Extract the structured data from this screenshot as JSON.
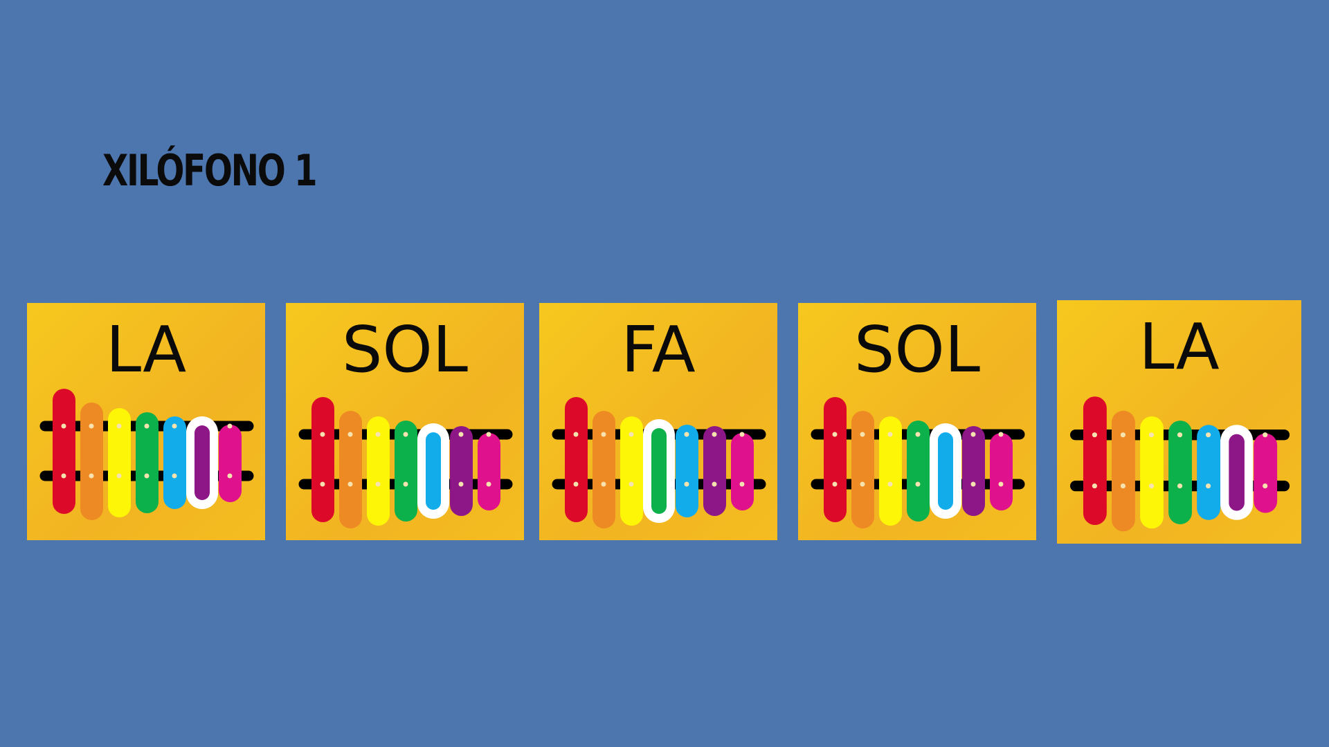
{
  "title": "XILÓFONO 1",
  "bar_colors": [
    "#dc0a28",
    "#ee8a24",
    "#fdf606",
    "#0db14b",
    "#13acea",
    "#8e1787",
    "#e0118c"
  ],
  "colors": {
    "background": "#4d76ae",
    "card": "#f4bd20",
    "highlight": "#ffffff",
    "rail": "#000000"
  },
  "cards": [
    {
      "note": "LA",
      "highlight": 5
    },
    {
      "note": "SOL",
      "highlight": 4
    },
    {
      "note": "FA",
      "highlight": 3
    },
    {
      "note": "SOL",
      "highlight": 4
    },
    {
      "note": "LA",
      "highlight": 5
    }
  ]
}
